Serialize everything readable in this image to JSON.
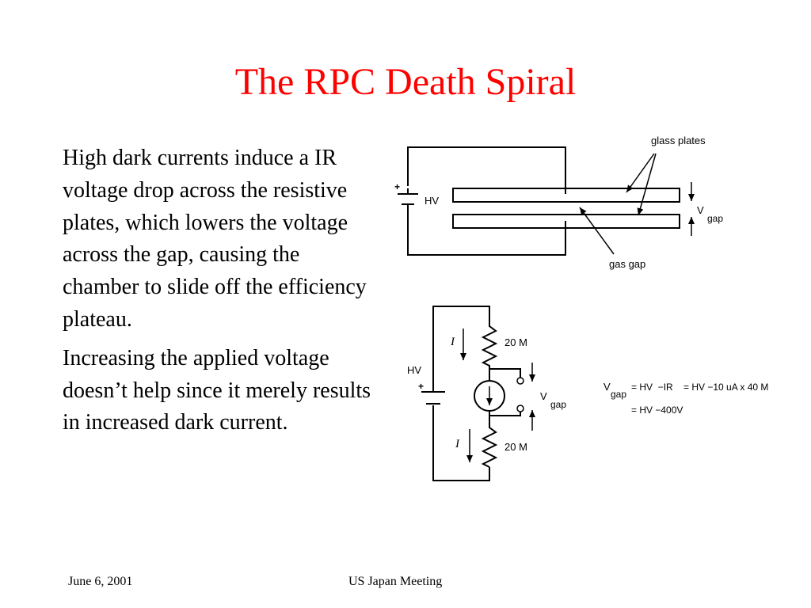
{
  "slide": {
    "title": "The RPC Death Spiral",
    "paragraphs": [
      "High dark currents induce a IR voltage drop across the resistive plates, which lowers the voltage across the gap, causing the chamber to slide off the efficiency plateau.",
      "Increasing the applied voltage doesn’t help since it merely results in increased dark current."
    ],
    "footer": {
      "date": "June 6, 2001",
      "center": "US Japan Meeting"
    }
  },
  "diagram_top": {
    "plus": "+",
    "hv": "HV",
    "glass_plates": "glass plates",
    "gas_gap": "gas gap",
    "v": "V",
    "gap": "gap"
  },
  "diagram_bottom": {
    "hv": "HV",
    "plus": "+",
    "current": "I",
    "resistor_top": "20 M",
    "resistor_bottom": "20 M",
    "v": "V",
    "gap": "gap"
  },
  "equation": {
    "v": "V",
    "gap": "gap",
    "line1_rhs": "= HV  −IR    = HV −10 uA x 40 M",
    "line2_rhs": "= HV −400V"
  }
}
